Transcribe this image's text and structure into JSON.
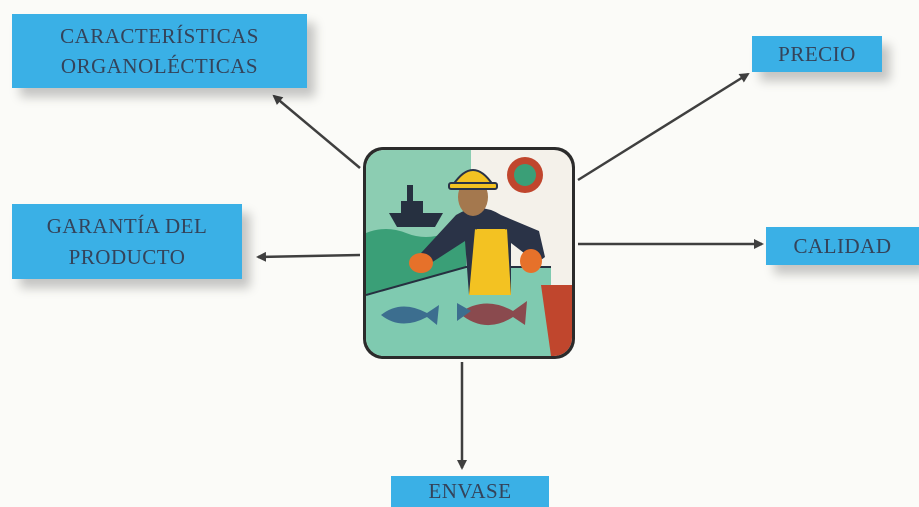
{
  "title": "",
  "nodes": {
    "caracteristicas": {
      "line1": "CARACTERÍSTICAS",
      "line2": "ORGANOLÉCTICAS"
    },
    "precio": {
      "label": "PRECIO"
    },
    "garantia": {
      "line1": "GARANTÍA DEL",
      "line2": "PRODUCTO"
    },
    "calidad": {
      "label": "CALIDAD"
    },
    "envase": {
      "label": "ENVASE"
    }
  },
  "center": {
    "icon": "fisherman-icon"
  },
  "colors": {
    "box": "#3ab0e6",
    "text": "#34435a",
    "arrow": "#3f3f3f",
    "sea": "#5fbf9d",
    "dark_sea": "#3a9f77",
    "yellow": "#f3c222",
    "navy": "#2a3347",
    "skin": "#a4784e",
    "red": "#c0462d",
    "orange": "#e6712a"
  }
}
